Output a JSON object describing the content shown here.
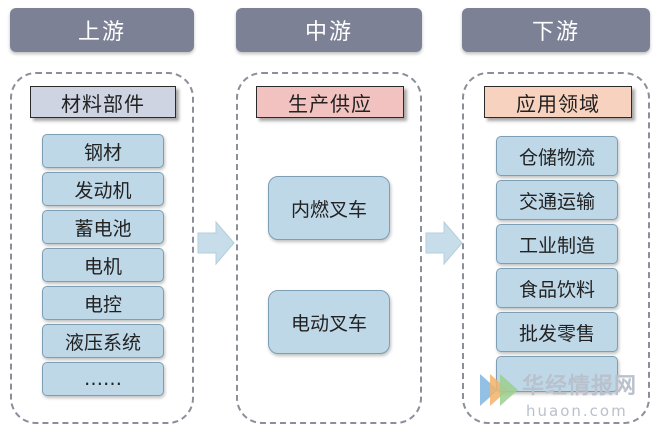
{
  "headers": {
    "upstream": "上游",
    "midstream": "中游",
    "downstream": "下游"
  },
  "categories": {
    "materials": "材料部件",
    "production": "生产供应",
    "applications": "应用领域"
  },
  "upstream_items": [
    "钢材",
    "发动机",
    "蓄电池",
    "电机",
    "电控",
    "液压系统",
    "……"
  ],
  "midstream_items": [
    "内燃叉车",
    "电动叉车"
  ],
  "downstream_items": [
    "仓储物流",
    "交通运输",
    "工业制造",
    "食品饮料",
    "批发零售",
    ""
  ],
  "watermark": {
    "name": "华经情报网",
    "url": "huaon.com"
  },
  "colors": {
    "header": "#7c8196",
    "item": "#bfd8e8",
    "arrow": "#c7dde9",
    "cat_materials": "#cfd4e3",
    "cat_production": "#f2c2c0",
    "cat_applications": "#f7d2bf"
  }
}
